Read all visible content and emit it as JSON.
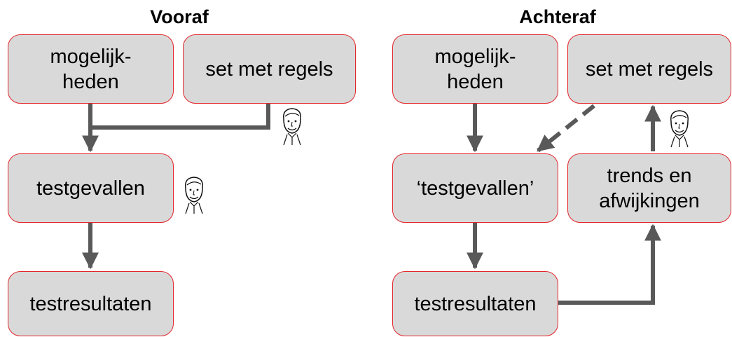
{
  "left": {
    "title": "Vooraf",
    "box_possibilities": [
      "mogelijk-",
      "heden"
    ],
    "box_rules": "set met regels",
    "box_testcases": "testgevallen",
    "box_results": "testresultaten"
  },
  "right": {
    "title": "Achteraf",
    "box_possibilities": [
      "mogelijk-",
      "heden"
    ],
    "box_rules": "set met regels",
    "box_testcases": "‘testgevallen’",
    "box_trends": [
      "trends en",
      "afwijkingen"
    ],
    "box_results": "testresultaten"
  },
  "colors": {
    "box_fill": "#d9d9d9",
    "box_border": "#e3262b",
    "arrow": "#595959"
  },
  "icons": [
    "person-face-icon"
  ]
}
